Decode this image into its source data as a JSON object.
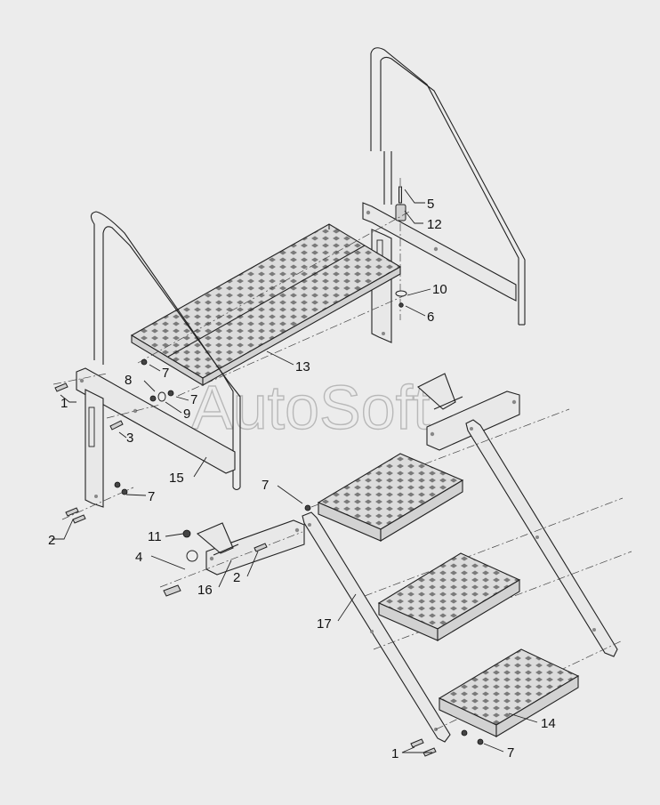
{
  "watermark": {
    "text": "AutoSoft"
  },
  "callouts": {
    "c1a": "1",
    "c1b": "1",
    "c2a": "2",
    "c2b": "2",
    "c3": "3",
    "c4": "4",
    "c5": "5",
    "c6": "6",
    "c7a": "7",
    "c7b": "7",
    "c7c": "7",
    "c7d": "7",
    "c7e": "7",
    "c8": "8",
    "c9": "9",
    "c10": "10",
    "c11": "11",
    "c12": "12",
    "c13": "13",
    "c14": "14",
    "c15": "15",
    "c16": "16",
    "c17": "17"
  },
  "colors": {
    "background": "#ececec",
    "line": "#222222"
  }
}
